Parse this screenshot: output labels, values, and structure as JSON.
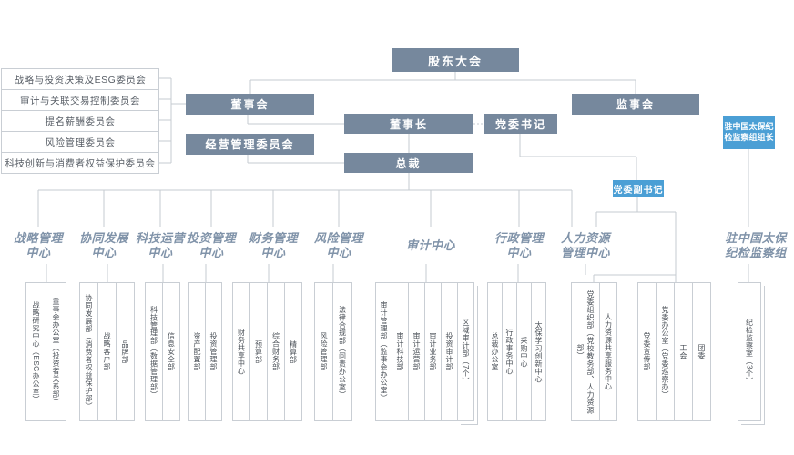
{
  "nodes": {
    "shareholders": "股东大会",
    "board": "董事会",
    "supervisory": "监事会",
    "chairman": "董事长",
    "party_secretary": "党委书记",
    "mgmt_committee": "经营管理委员会",
    "president": "总裁",
    "deputy_party_secretary": "党委副书记",
    "discipline_head": "驻中国太保纪检监察组组长"
  },
  "board_committees": [
    "战略与投资决策及ESG委员会",
    "审计与关联交易控制委员会",
    "提名薪酬委员会",
    "风险管理委员会",
    "科技创新与消费者权益保护委员会"
  ],
  "departments": [
    {
      "label": "战略管理中心",
      "groups": [
        [
          "战略研究中心（ESG办公室）",
          "董事会办公室（投资者关系部）"
        ]
      ]
    },
    {
      "label": "协同发展中心",
      "groups": [
        [
          "协同发展部（消费者权益保护部）",
          "战略客户部",
          "品牌部"
        ]
      ]
    },
    {
      "label": "科技运营中心",
      "groups": [
        [
          "科技管理部（数据管理部）",
          "信息安全部"
        ]
      ]
    },
    {
      "label": "投资管理中心",
      "groups": [
        [
          "资产配置部",
          "投资管理部"
        ]
      ]
    },
    {
      "label": "财务管理中心",
      "groups": [
        [
          "财务共享中心",
          "预算部",
          "综合财务部",
          "精算部"
        ]
      ]
    },
    {
      "label": "风险管理中心",
      "groups": [
        [
          "风险管理部",
          "法律合规部（问责办公室）"
        ]
      ]
    },
    {
      "label": "审计中心",
      "groups": [
        [
          "审计管理部（监事会办公室）",
          "审计科技部",
          "审计运营部",
          "审计业务部",
          "投资审计部",
          "区域审计部（7个）"
        ]
      ]
    },
    {
      "label": "行政管理中心",
      "groups": [
        [
          "总裁办公室",
          "行政事务中心",
          "采购中心",
          "太保学习创新中心"
        ]
      ]
    },
    {
      "label": "人力资源管理中心",
      "groups": [
        [
          "党委组织部（党校教务部、人力资源部）",
          "人力资源共享服务中心"
        ],
        [
          "党委宣传部",
          "党委办公室（党委巡察办）",
          "工会",
          "团委"
        ]
      ]
    },
    {
      "label": "驻中国太保纪检监察组",
      "groups": [
        [
          "纪检监察室（3个）"
        ]
      ]
    }
  ],
  "palette": {
    "slate_box": "#76889d",
    "blue_box": "#4b9fd5",
    "line": "#c5cbd1",
    "label_text": "#8093a9",
    "unit_text": "#4b5158",
    "unit_border": "#c9ced4"
  }
}
